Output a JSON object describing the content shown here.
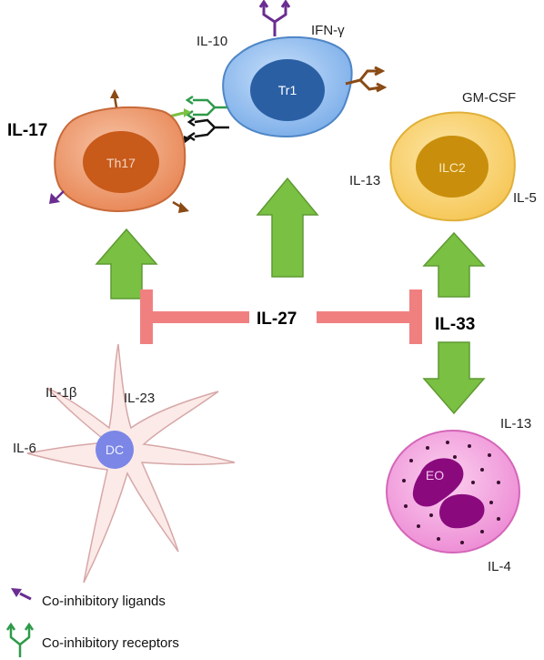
{
  "cells": {
    "tr1": {
      "label": "Tr1",
      "outer": "#9fc6f2",
      "inner": "#2b5fa4"
    },
    "th17": {
      "label": "Th17",
      "outer": "#f0a27d",
      "inner": "#c85a1a"
    },
    "ilc2": {
      "label": "ILC2",
      "outer": "#fbd97a",
      "inner": "#c98f0c"
    },
    "dc": {
      "label": "DC",
      "body": "#fbeae8",
      "nucleus": "#7b86e6"
    },
    "eo": {
      "label": "EO",
      "outer": "#f3a6df",
      "inner": "#8a0a7e"
    }
  },
  "cytokines": {
    "il10": "IL-10",
    "ifn_gamma": "IFN-γ",
    "il17": "IL-17",
    "gm_csf": "GM-CSF",
    "ilc2_il13": "IL-13",
    "il5": "IL-5",
    "il27": "IL-27",
    "il33": "IL-33",
    "il1b": "IL-1β",
    "il23": "IL-23",
    "il6": "IL-6",
    "eo_il13": "IL-13",
    "il4": "IL-4"
  },
  "legend": {
    "ligands": "Co-inhibitory ligands",
    "receptors": "Co-inhibitory receptors"
  },
  "colors": {
    "arrow_green": "#7ac043",
    "arrow_green_edge": "#5e9a32",
    "inhibit_red": "#f08080",
    "ligand_purple": "#6a2d91",
    "ligand_brown": "#8a4a14",
    "receptor_green": "#2e9a4a"
  }
}
